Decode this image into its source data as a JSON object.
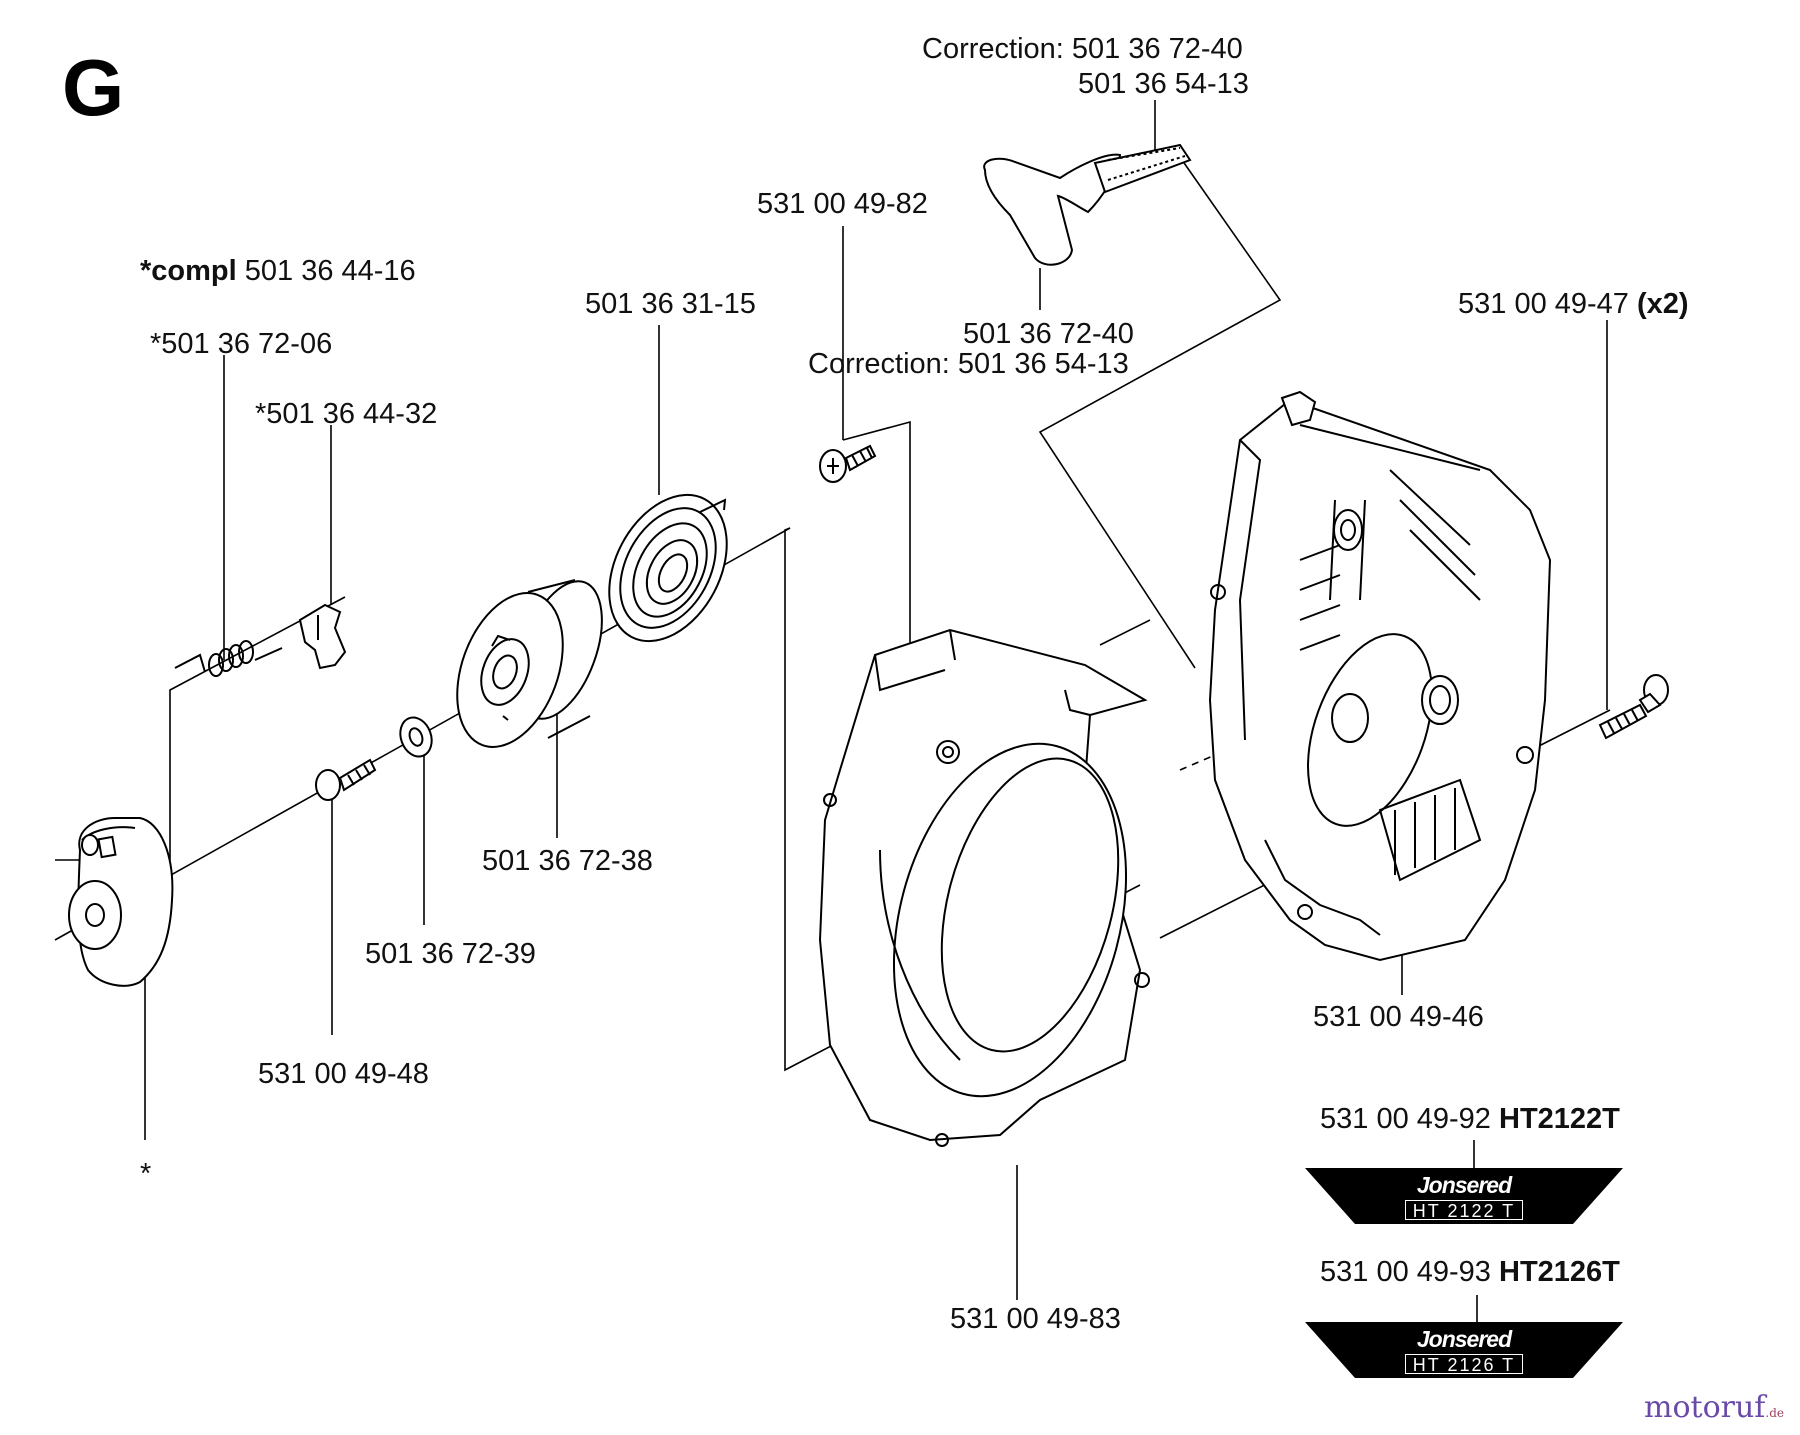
{
  "section": "G",
  "labels": {
    "handle_correction_top": "Correction: 501 36 72-40",
    "handle_rope": "501 36 54-13",
    "screw_82": "531 00 49-82",
    "compl_prefix": "*compl",
    "compl_number": "501 36 44-16",
    "spring_06": "*501 36 72-06",
    "pawl_32": "*501 36 44-32",
    "spring_15": "501 36 31-15",
    "handle_bottom": "501 36 72-40",
    "handle_correction_bottom": "Correction: 501 36 54-13",
    "screw_47": "531 00 49-47",
    "screw_47_qty": "(x2)",
    "pulley_38": "501 36 72-38",
    "washer_39": "501 36 72-39",
    "screw_48": "531 00 49-48",
    "cover_46": "531 00 49-46",
    "asterisk": "*",
    "shroud_83": "531 00 49-83",
    "decal_92": "531 00 49-92",
    "decal_92_model": "HT2122T",
    "decal_93": "531 00 49-93",
    "decal_93_model": "HT2126T"
  },
  "decals": [
    {
      "brand": "Jonsered",
      "model": "HT 2122 T"
    },
    {
      "brand": "Jonsered",
      "model": "HT 2126 T"
    }
  ],
  "watermark": {
    "text": "motoruf",
    "suffix": ".de"
  }
}
